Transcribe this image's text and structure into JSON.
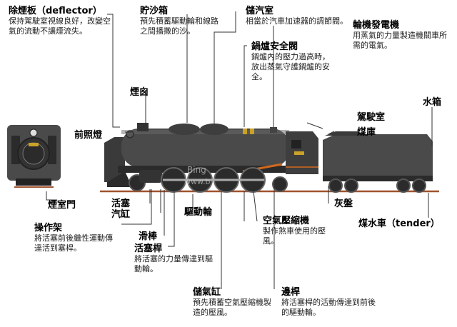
{
  "labels": {
    "deflector": {
      "title": "除煙板（deflector）",
      "desc": "保持駕駛室視線良好，改變空氣的流動不讓煙流失。"
    },
    "sandbox": {
      "title": "貯沙箱",
      "desc": "預先積蓄驅動輪和線路之間播撒的沙。"
    },
    "steam_dome": {
      "title": "儲汽室",
      "desc": "相當於汽車加速器的調節閥。"
    },
    "safety_valve": {
      "title": "鍋爐安全閥",
      "desc": "鍋爐內的壓力過高時，放出蒸氣守護鍋爐的安全。"
    },
    "generator": {
      "title": "輪機發電機",
      "desc": "用蒸氣的力量製造機關車所需的電氣。"
    },
    "chimney": {
      "title": "煙囪"
    },
    "headlight": {
      "title": "前照燈"
    },
    "water_tank": {
      "title": "水箱"
    },
    "cab": {
      "title": "駕駛室"
    },
    "coal_bunker": {
      "title": "煤庫"
    },
    "smokebox_door": {
      "title": "煙室門"
    },
    "piston": {
      "title": "活塞"
    },
    "cylinder": {
      "title": "汽缸"
    },
    "driving_wheel": {
      "title": "驅動輪"
    },
    "ash_pan": {
      "title": "灰盤"
    },
    "tender": {
      "title": "煤水車（tender）"
    },
    "valve_gear": {
      "title": "操作架",
      "desc": "將活塞前後繼性運動傳達活到塞桿。"
    },
    "crosshead": {
      "title": "滑棒"
    },
    "piston_rod": {
      "title": "活塞桿",
      "desc": "將活塞的力量傳達到驅動輪。"
    },
    "air_compressor": {
      "title": "空氣壓縮機",
      "desc": "製作煞車使用的壓風。"
    },
    "air_reservoir": {
      "title": "儲氣缸",
      "desc": "預先積蓄空氣壓縮機製造的壓風。"
    },
    "side_rod": {
      "title": "邊桿",
      "desc": "將活塞桿的活動傳達到前後的驅動輪。"
    }
  },
  "watermark": [
    "Bing",
    "www.b"
  ],
  "colors": {
    "body": "#4a4a4a",
    "dark": "#2b2b2b",
    "rail": "#a0522d",
    "line": "#333333"
  }
}
